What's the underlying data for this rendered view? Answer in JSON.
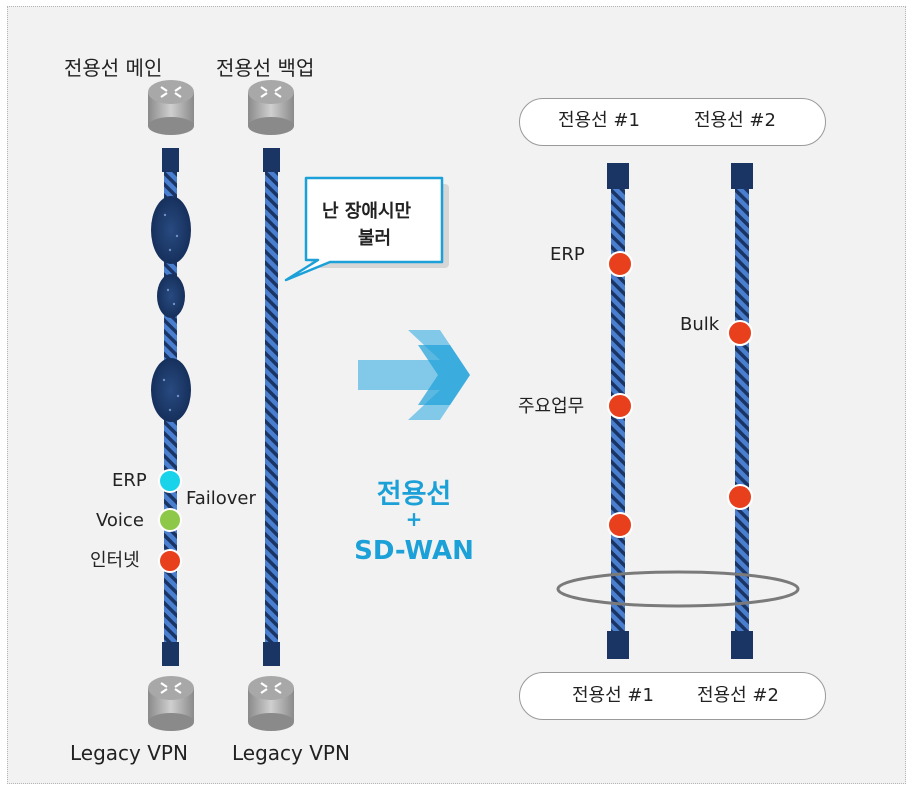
{
  "left_panel": {
    "main_line_label": "전용선 메인",
    "backup_line_label": "전용선 백업",
    "bottom_left_label": "Legacy VPN",
    "bottom_right_label": "Legacy VPN",
    "traffic": [
      "ERP",
      "Voice",
      "인터넷"
    ],
    "failover_label": "Failover",
    "callout_line1": "난 장애시만",
    "callout_line2": "불러"
  },
  "middle": {
    "title_line1": "전용선",
    "title_line2": "+",
    "title_line3": "SD-WAN"
  },
  "right_panel": {
    "top_line1": "전용선 #1",
    "top_line2": "전용선 #2",
    "bottom_line1": "전용선 #1",
    "bottom_line2": "전용선 #2",
    "line1_traffic": [
      "ERP",
      "주요업무"
    ],
    "line2_traffic": [
      "Bulk"
    ]
  },
  "colors": {
    "cable_dark": "#1a3564",
    "cable_light": "#4a7fd0",
    "erp_dot": "#19d3ea",
    "voice_dot": "#8dc849",
    "internet_dot": "#e8401c",
    "red_dot": "#e8401c",
    "arrow": "#1ba0d8"
  }
}
